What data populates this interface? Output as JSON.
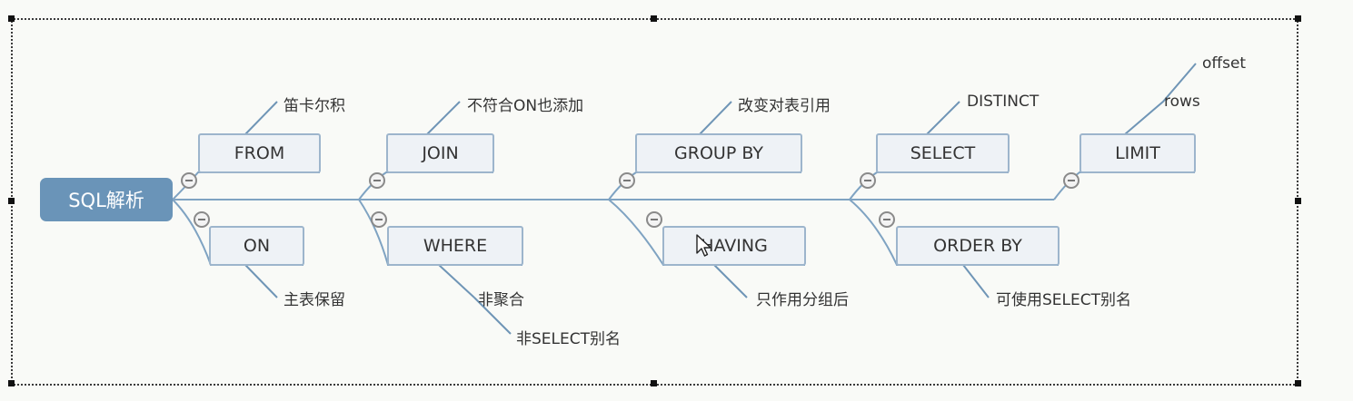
{
  "root": {
    "label": "SQL解析"
  },
  "nodes": {
    "from": {
      "label": "FROM"
    },
    "on": {
      "label": "ON"
    },
    "join": {
      "label": "JOIN"
    },
    "where": {
      "label": "WHERE"
    },
    "group_by": {
      "label": "GROUP BY"
    },
    "having": {
      "label": "HAVING"
    },
    "select": {
      "label": "SELECT"
    },
    "order_by": {
      "label": "ORDER BY"
    },
    "limit": {
      "label": "LIMIT"
    }
  },
  "notes": {
    "from": "笛卡尔积",
    "on": "主表保留",
    "join": "不符合ON也添加",
    "where_1": "非聚合",
    "where_2": "非SELECT别名",
    "group_by": "改变对表引用",
    "having": "只作用分组后",
    "select": "DISTINCT",
    "order_by": "可使用SELECT别名",
    "limit_1": "offset",
    "limit_2": "rows"
  },
  "colors": {
    "root_fill": "#6a94b8",
    "node_fill": "#eef2f6",
    "node_border": "#9db5cc",
    "line": "#7fa3c2"
  },
  "icons": [
    "collapse-toggle-icon",
    "mouse-cursor-icon"
  ]
}
